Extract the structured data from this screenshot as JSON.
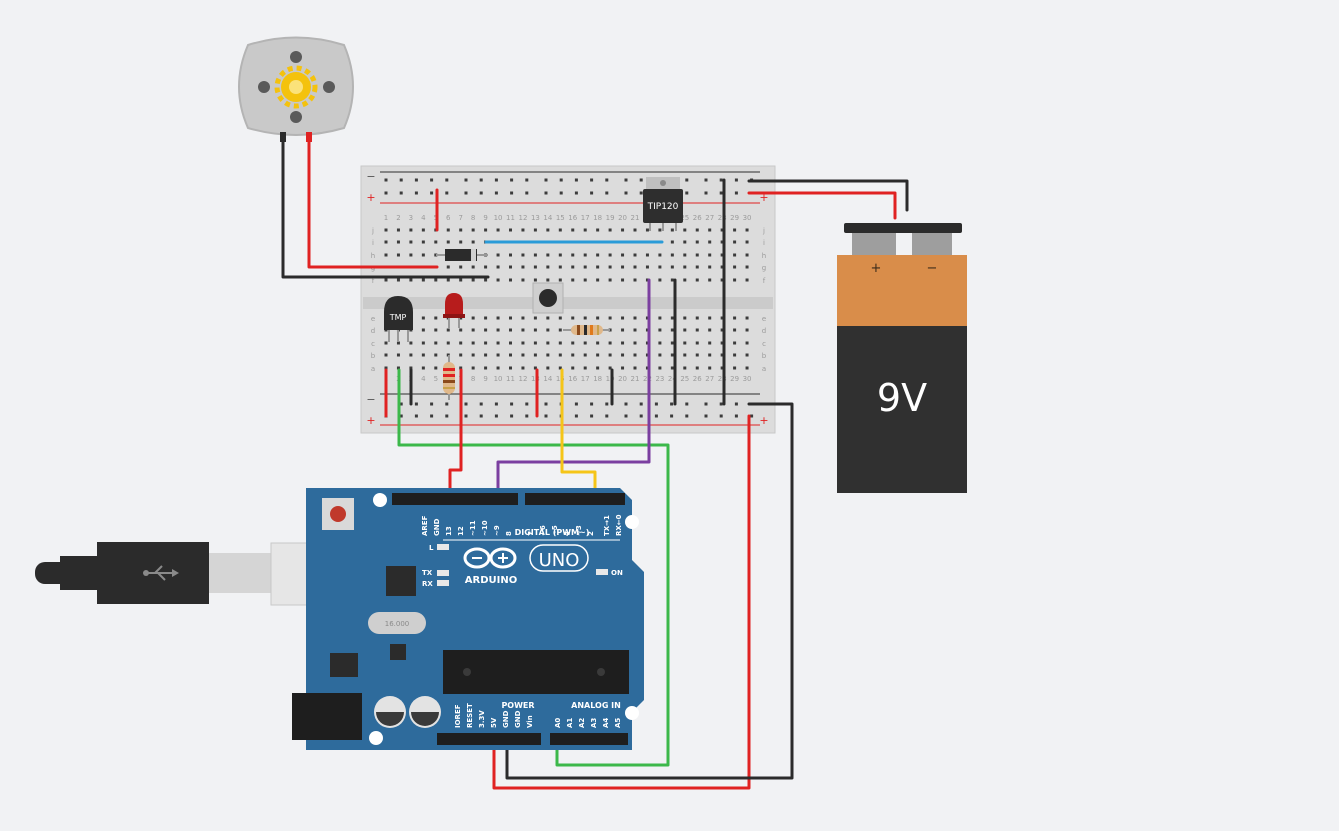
{
  "battery": {
    "label": "9V",
    "plus": "+",
    "minus": "−"
  },
  "transistor": {
    "label": "TIP120"
  },
  "temp_sensor": {
    "label": "TMP"
  },
  "breadboard": {
    "rail_minus": "−",
    "rail_plus": "+",
    "rows_top": [
      "j",
      "i",
      "h",
      "g",
      "f"
    ],
    "rows_bottom": [
      "e",
      "d",
      "c",
      "b",
      "a"
    ],
    "columns": [
      "1",
      "2",
      "3",
      "4",
      "5",
      "6",
      "7",
      "8",
      "9",
      "10",
      "11",
      "12",
      "13",
      "14",
      "15",
      "16",
      "17",
      "18",
      "19",
      "20",
      "21",
      "22",
      "23",
      "24",
      "25",
      "26",
      "27",
      "28",
      "29",
      "30"
    ]
  },
  "arduino": {
    "brand": "ARDUINO",
    "model": "UNO",
    "digital_header_label": "DIGITAL (PWM~)",
    "digital_pins": [
      "AREF",
      "GND",
      "13",
      "12",
      "~11",
      "~10",
      "~9",
      "8",
      "7",
      "~6",
      "~5",
      "4",
      "~3",
      "2",
      "TX→1",
      "RX←0"
    ],
    "power_label": "POWER",
    "power_pins": [
      "IOREF",
      "RESET",
      "3.3V",
      "5V",
      "GND",
      "GND",
      "Vin"
    ],
    "analog_label": "ANALOG IN",
    "analog_pins": [
      "A0",
      "A1",
      "A2",
      "A3",
      "A4",
      "A5"
    ],
    "led_labels": [
      "L",
      "TX",
      "RX"
    ],
    "on_label": "ON",
    "crystal_label": "16.000"
  },
  "colors": {
    "background": "#f1f2f4",
    "wire_red": "#e02222",
    "wire_black": "#2b2b2b",
    "wire_green": "#3cb84a",
    "wire_yellow": "#f5c518",
    "wire_purple": "#7b3fa0",
    "wire_blue": "#2a9bd8",
    "board_blue": "#2e6b9c",
    "battery_orange": "#d98d4a",
    "battery_body": "#303030"
  }
}
